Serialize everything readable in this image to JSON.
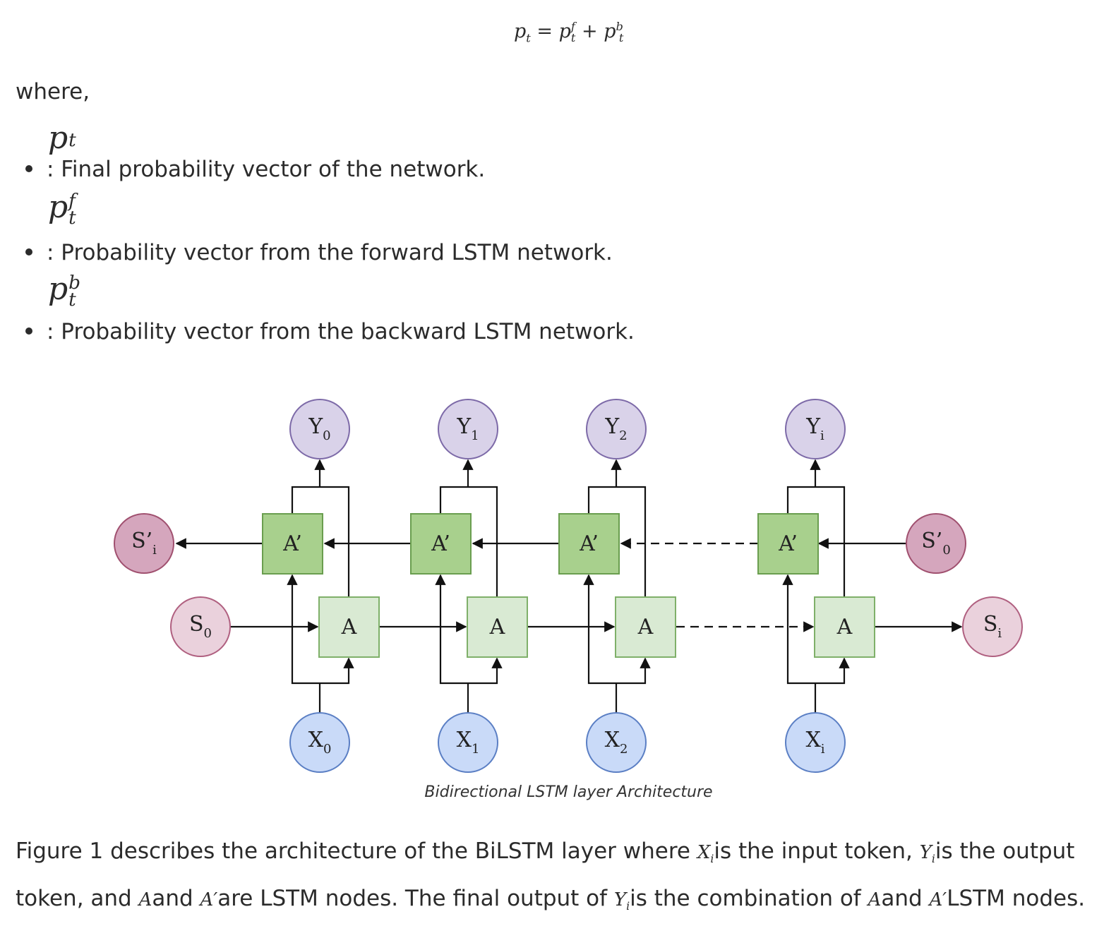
{
  "formula": {
    "lhs": "p",
    "lhs_sub": "t",
    "eq": " = ",
    "t1": "p",
    "t1_sup": "f",
    "t1_sub": "t",
    "plus": " + ",
    "t2": "p",
    "t2_sup": "b",
    "t2_sub": "t"
  },
  "where_label": "where,",
  "terms": [
    {
      "sym": "p",
      "sup": "",
      "sub": "t",
      "desc": ": Final probability vector of the network."
    },
    {
      "sym": "p",
      "sup": "f",
      "sub": "t",
      "desc": ": Probability vector from the forward LSTM network."
    },
    {
      "sym": "p",
      "sup": "b",
      "sub": "t",
      "desc": ": Probability vector from the backward LSTM network."
    }
  ],
  "diagram": {
    "outputs": [
      {
        "main": "Y",
        "sub": "0"
      },
      {
        "main": "Y",
        "sub": "1"
      },
      {
        "main": "Y",
        "sub": "2"
      },
      {
        "main": "Y",
        "sub": "i"
      }
    ],
    "inputs": [
      {
        "main": "X",
        "sub": "0"
      },
      {
        "main": "X",
        "sub": "1"
      },
      {
        "main": "X",
        "sub": "2"
      },
      {
        "main": "X",
        "sub": "i"
      }
    ],
    "backward_node_label": "A’",
    "forward_node_label": "A",
    "state_backward_end": {
      "main": "S’",
      "sub": "i"
    },
    "state_backward_start": {
      "main": "S’",
      "sub": "0"
    },
    "state_forward_start": {
      "main": "S",
      "sub": "0"
    },
    "state_forward_end": {
      "main": "S",
      "sub": "i"
    },
    "colors": {
      "output_fill": "#d9d2e9",
      "output_stroke": "#7d6aa8",
      "input_fill": "#c9daf8",
      "input_stroke": "#5b7fc4",
      "backward_fill": "#a8d08d",
      "backward_stroke": "#6a9e4f",
      "forward_fill": "#d9ead3",
      "forward_stroke": "#7fb069",
      "state_dark_fill": "#d5a6bd",
      "state_dark_stroke": "#a0506f",
      "state_light_fill": "#ead1dc",
      "state_light_stroke": "#b06080"
    }
  },
  "caption": "Bidirectional LSTM layer Architecture",
  "description": {
    "p1": "Figure 1 describes the architecture of the BiLSTM layer where ",
    "x": "X",
    "i1": "i",
    "p2": "is the input token, ",
    "y": "Y",
    "i2": "i",
    "p3": "is the output token, and ",
    "a": "A",
    "p4": "and ",
    "ap": "A′",
    "p5": "are LSTM nodes. The final output of ",
    "y2": "Y",
    "i3": "i",
    "p6": "is the combination of ",
    "a2": "A",
    "p7": "and ",
    "ap2": "A′",
    "p8": "LSTM nodes."
  }
}
